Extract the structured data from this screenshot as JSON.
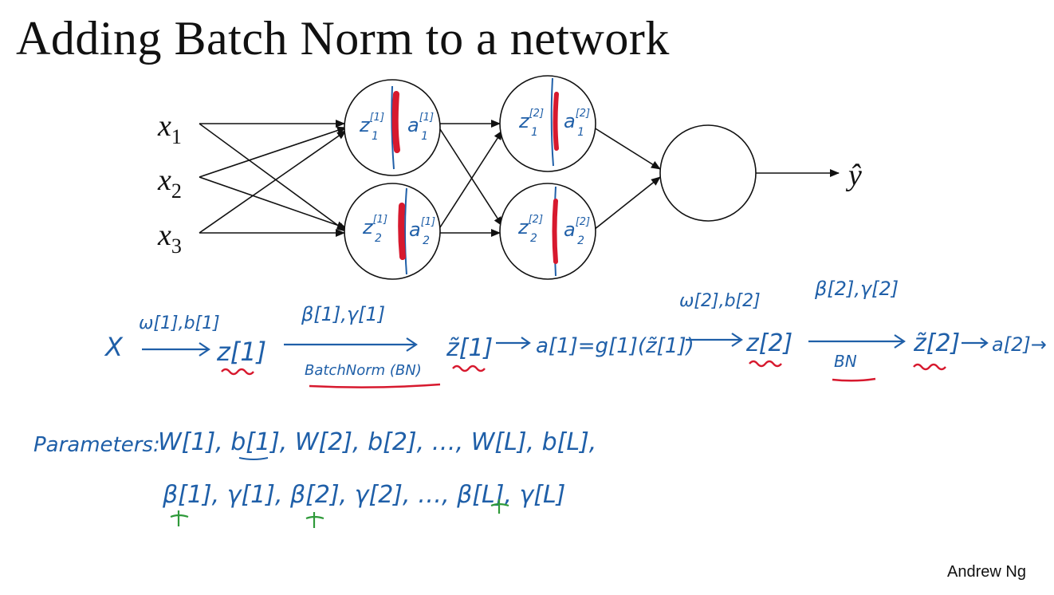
{
  "slide": {
    "title": "Adding Batch Norm to a network",
    "author": "Andrew Ng"
  },
  "network": {
    "inputs": [
      {
        "base": "x",
        "sub": "1"
      },
      {
        "base": "x",
        "sub": "2"
      },
      {
        "base": "x",
        "sub": "3"
      }
    ],
    "output": "ŷ",
    "neurons": [
      {
        "z": "z",
        "zsup": "[1]",
        "zsub": "1",
        "a": "a",
        "asup": "[1]",
        "asub": "1"
      },
      {
        "z": "z",
        "zsup": "[1]",
        "zsub": "2",
        "a": "a",
        "asup": "[1]",
        "asub": "2"
      },
      {
        "z": "z",
        "zsup": "[2]",
        "zsub": "1",
        "a": "a",
        "asup": "[2]",
        "asub": "1"
      },
      {
        "z": "z",
        "zsup": "[2]",
        "zsub": "2",
        "a": "a",
        "asup": "[2]",
        "asub": "2"
      }
    ]
  },
  "pipeline": {
    "x": "X",
    "w1b1": "ω[1],b[1]",
    "z1": "z[1]",
    "beta1_gamma1": "β[1],γ[1]",
    "batch_norm_label": "BatchNorm (BN)",
    "ztilde1": "z̃[1]",
    "a1": "a[1]=g[1](z̃[1])",
    "w2b2": "ω[2],b[2]",
    "z2": "z[2]",
    "beta2_gamma2": "β[2],γ[2]",
    "bn_label": "BN",
    "ztilde2": "z̃[2]",
    "a2": "a[2]→ …"
  },
  "parameters": {
    "label": "Parameters:",
    "line1": "W[1], b[1], W[2], b[2], …, W[L], b[L],",
    "line2": "β[1], γ[1], β[2], γ[2], …, β[L], γ[L]"
  },
  "colors": {
    "ink_blue": "#1f5fa8",
    "ink_red": "#d7192e",
    "ink_green": "#2f9a3a",
    "text_black": "#111111"
  }
}
